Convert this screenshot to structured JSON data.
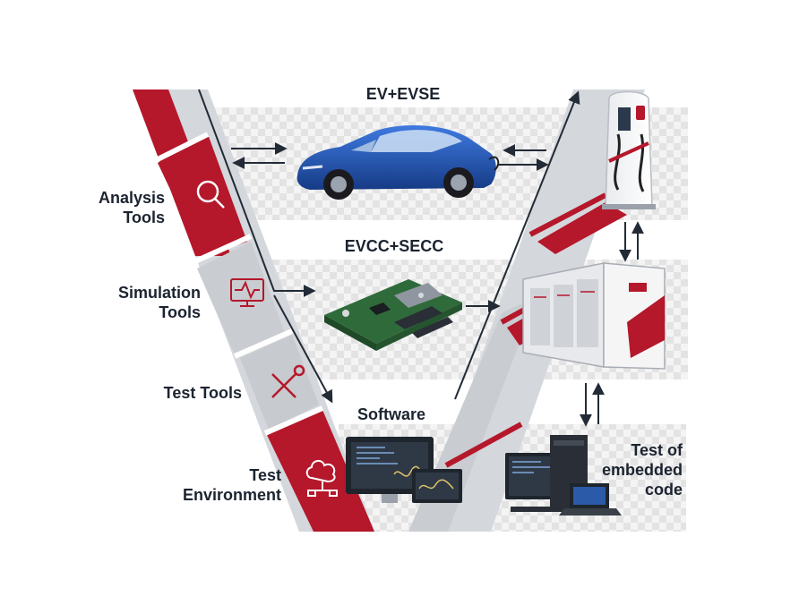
{
  "stages": {
    "top": "EV+EVSE",
    "middle": "EVCC+SECC",
    "bottom": "Software"
  },
  "left_tools": [
    {
      "line1": "Analysis",
      "line2": "Tools",
      "icon": "magnifier-icon"
    },
    {
      "line1": "Simulation",
      "line2": "Tools",
      "icon": "monitor-waveform-icon"
    },
    {
      "line1": "Test Tools",
      "line2": "",
      "icon": "wrench-gear-icon"
    },
    {
      "line1": "Test",
      "line2": "Environment",
      "icon": "cloud-network-icon"
    }
  ],
  "right_label": {
    "line1": "Test of",
    "line2": "embedded",
    "line3": "code"
  },
  "colors": {
    "accent_red": "#b5172b",
    "band_gray": "#d3d6db",
    "checker_light": "#f3f3f3",
    "checker_dark": "#e4e4e4",
    "text_dark": "#1c2430",
    "car_blue": "#1f4fa8",
    "pcb_green": "#2f6b3a"
  }
}
